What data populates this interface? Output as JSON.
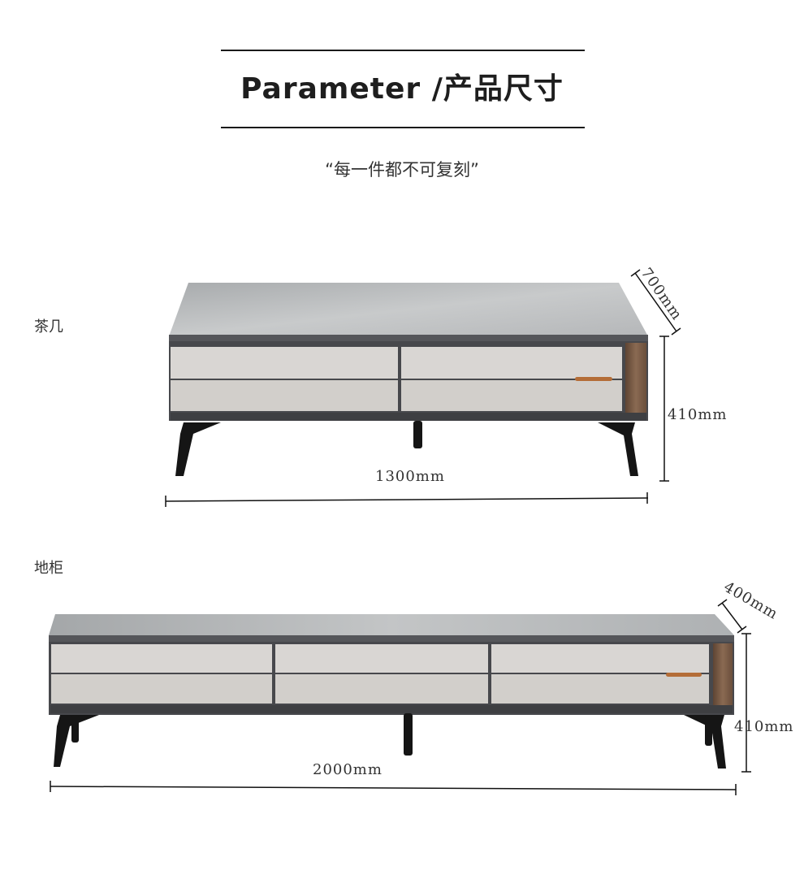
{
  "header": {
    "title": "Parameter /产品尺寸",
    "subtitle": "“每一件都不可复刻”"
  },
  "products": [
    {
      "name": "茶几",
      "width": "1300mm",
      "depth": "700mm",
      "height": "410mm",
      "drawers": 2
    },
    {
      "name": "地柜",
      "width": "2000mm",
      "depth": "400mm",
      "height": "410mm",
      "drawers": 3
    }
  ],
  "colors": {
    "top": "#b9bbbc",
    "frame": "#4b4c50",
    "drawer": "#d6d3d0",
    "wood": "#7a5a44",
    "handle": "#b46d37",
    "leg": "#151515"
  }
}
